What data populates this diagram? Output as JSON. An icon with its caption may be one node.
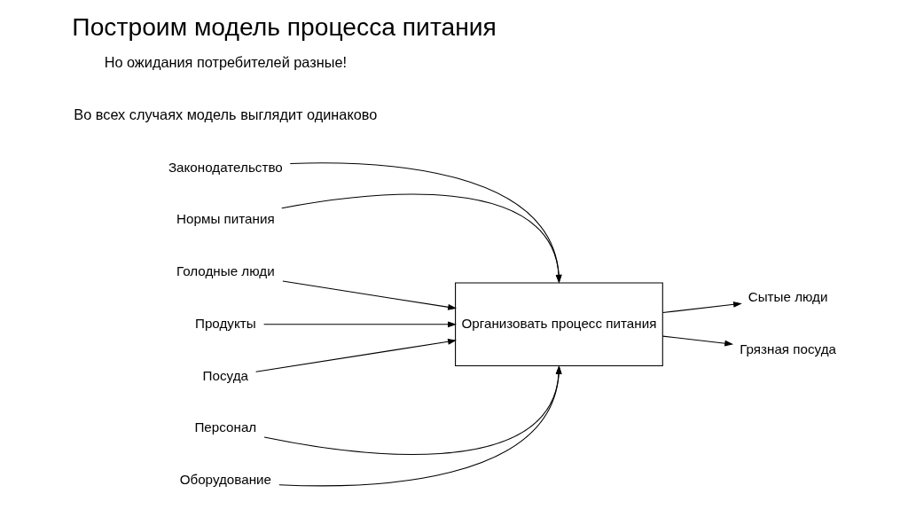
{
  "diagram": {
    "title": "Построим модель процесса питания",
    "nodes": [
      {
        "text": [
          "Законодательство"
        ]
      },
      {
        "text": [
          "Нормы питания"
        ]
      },
      {
        "text": [
          "Голодные люди"
        ]
      },
      {
        "text": [
          "Продукты"
        ]
      },
      {
        "text": [
          "Посуда"
        ]
      },
      {
        "text": [
          "Организовать процесс питания"
        ]
      },
      {
        "text": [
          "Сытые люди"
        ]
      },
      {
        "text": [
          "Грязная посуда"
        ]
      },
      {
        "text": [
          "Персонал"
        ]
      },
      {
        "text": [
          "Оборудование"
        ]
      }
    ],
    "edges": [
      {
        "from": 0,
        "to": 5,
        "arrow": "to"
      },
      {
        "from": 1,
        "to": 5,
        "arrow": "to"
      },
      {
        "from": 2,
        "to": 5,
        "arrow": "to"
      },
      {
        "from": 3,
        "to": 5,
        "arrow": "to"
      },
      {
        "from": 4,
        "to": 5,
        "arrow": "to"
      },
      {
        "from": 5,
        "to": 6,
        "arrow": "to"
      },
      {
        "from": 5,
        "to": 7,
        "arrow": "to"
      },
      {
        "from": 8,
        "to": 5,
        "arrow": "to"
      },
      {
        "from": 9,
        "to": 5,
        "arrow": "to"
      }
    ],
    "labels": [
      "Во всех случаях модель выглядит одинаково",
      "Но ожидания потребителей разные!"
    ]
  }
}
